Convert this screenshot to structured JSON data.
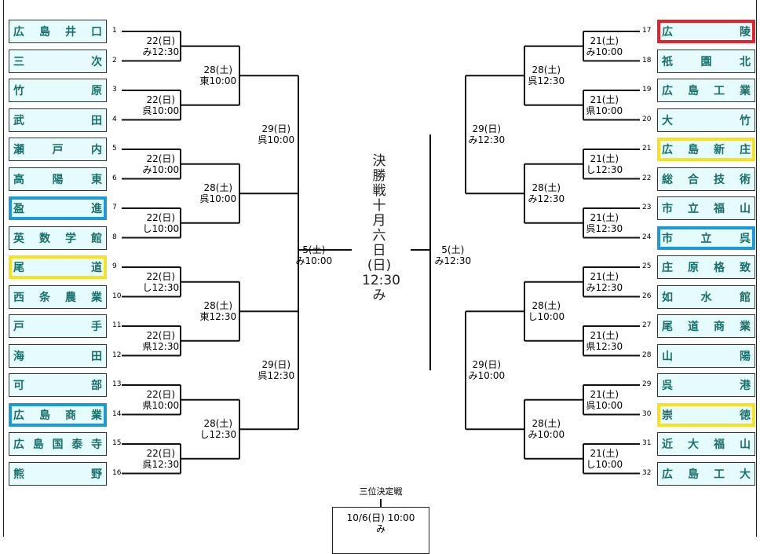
{
  "colors": {
    "highlight_red": "#e8202a",
    "highlight_yellow": "#f6e21e",
    "highlight_blue": "#1a9ad6"
  },
  "left_teams": [
    {
      "name": "広島井口",
      "num": "1",
      "hl": ""
    },
    {
      "name": "三次",
      "num": "2",
      "hl": ""
    },
    {
      "name": "竹原",
      "num": "3",
      "hl": ""
    },
    {
      "name": "武田",
      "num": "4",
      "hl": ""
    },
    {
      "name": "瀬戸内",
      "num": "5",
      "hl": ""
    },
    {
      "name": "高陽東",
      "num": "6",
      "hl": ""
    },
    {
      "name": "盈進",
      "num": "7",
      "hl": "blue"
    },
    {
      "name": "英数学館",
      "num": "8",
      "hl": ""
    },
    {
      "name": "尾道",
      "num": "9",
      "hl": "yellow"
    },
    {
      "name": "西条農業",
      "num": "10",
      "hl": ""
    },
    {
      "name": "戸手",
      "num": "11",
      "hl": ""
    },
    {
      "name": "海田",
      "num": "12",
      "hl": ""
    },
    {
      "name": "可部",
      "num": "13",
      "hl": ""
    },
    {
      "name": "広島商業",
      "num": "14",
      "hl": "blue"
    },
    {
      "name": "広島国泰寺",
      "num": "15",
      "hl": ""
    },
    {
      "name": "熊野",
      "num": "16",
      "hl": ""
    }
  ],
  "right_teams": [
    {
      "name": "広陵",
      "num": "17",
      "hl": "red"
    },
    {
      "name": "祇園北",
      "num": "18",
      "hl": ""
    },
    {
      "name": "広島工業",
      "num": "19",
      "hl": ""
    },
    {
      "name": "大竹",
      "num": "20",
      "hl": ""
    },
    {
      "name": "広島新庄",
      "num": "21",
      "hl": "yellow"
    },
    {
      "name": "総合技術",
      "num": "22",
      "hl": ""
    },
    {
      "name": "市立福山",
      "num": "23",
      "hl": ""
    },
    {
      "name": "市立呉",
      "num": "24",
      "hl": "blue"
    },
    {
      "name": "庄原格致",
      "num": "25",
      "hl": ""
    },
    {
      "name": "如水館",
      "num": "26",
      "hl": ""
    },
    {
      "name": "尾道商業",
      "num": "27",
      "hl": ""
    },
    {
      "name": "山陽",
      "num": "28",
      "hl": ""
    },
    {
      "name": "呉港",
      "num": "29",
      "hl": ""
    },
    {
      "name": "崇徳",
      "num": "30",
      "hl": "yellow"
    },
    {
      "name": "近大福山",
      "num": "31",
      "hl": ""
    },
    {
      "name": "広島工大",
      "num": "32",
      "hl": ""
    }
  ],
  "left_r1": [
    [
      "22(日)",
      "み12:30"
    ],
    [
      "22(日)",
      "呉10:00"
    ],
    [
      "22(日)",
      "み10:00"
    ],
    [
      "22(日)",
      "し10:00"
    ],
    [
      "22(日)",
      "し12:30"
    ],
    [
      "22(日)",
      "県12:30"
    ],
    [
      "22(日)",
      "県10:00"
    ],
    [
      "22(日)",
      "呉12:30"
    ]
  ],
  "left_r2": [
    [
      "28(土)",
      "東10:00"
    ],
    [
      "28(土)",
      "呉10:00"
    ],
    [
      "28(土)",
      "東12:30"
    ],
    [
      "28(土)",
      "し12:30"
    ]
  ],
  "left_r3": [
    [
      "29(日)",
      "呉10:00"
    ],
    [
      "29(日)",
      "呉12:30"
    ]
  ],
  "left_sf": [
    "5(土)",
    "み10:00"
  ],
  "right_r1": [
    [
      "21(土)",
      "み10:00"
    ],
    [
      "21(土)",
      "県10:00"
    ],
    [
      "21(土)",
      "し12:30"
    ],
    [
      "21(土)",
      "呉12:30"
    ],
    [
      "21(土)",
      "み12:30"
    ],
    [
      "21(土)",
      "県12:30"
    ],
    [
      "21(土)",
      "呉10:00"
    ],
    [
      "21(土)",
      "し10:00"
    ]
  ],
  "right_r2": [
    [
      "28(土)",
      "呉12:30"
    ],
    [
      "28(土)",
      "み12:30"
    ],
    [
      "28(土)",
      "し10:00"
    ],
    [
      "28(土)",
      "み10:00"
    ]
  ],
  "right_r3": [
    [
      "29(日)",
      "み12:30"
    ],
    [
      "29(日)",
      "み10:00"
    ]
  ],
  "right_sf": [
    "5(土)",
    "み12:30"
  ],
  "final": [
    "決",
    "勝",
    "戦",
    "十",
    "月",
    "六",
    "日",
    "(日)",
    "12:30",
    "み"
  ],
  "third_place": {
    "label": "三位決定戦",
    "date": "10/6(日) 10:00",
    "venue": "み"
  }
}
